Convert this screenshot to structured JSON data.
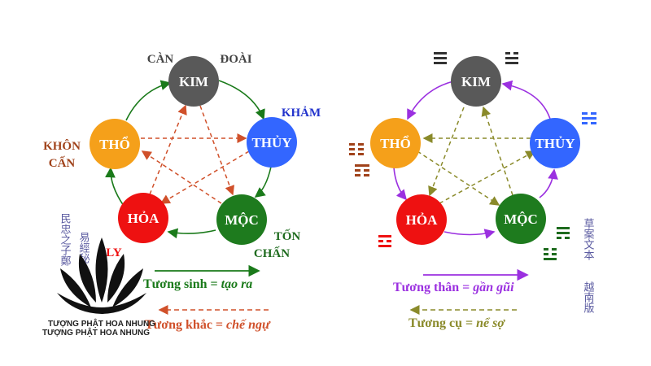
{
  "left_diagram": {
    "nodes": {
      "kim": {
        "label": "KIM",
        "color": "#595959"
      },
      "thuy": {
        "label": "THỦY",
        "color": "#3366ff"
      },
      "moc": {
        "label": "MỘC",
        "color": "#1e7b1e"
      },
      "hoa": {
        "label": "HỎA",
        "color": "#ee1111"
      },
      "tho": {
        "label": "THỔ",
        "color": "#f5a01a"
      }
    },
    "trigram_labels": {
      "can": {
        "text": "CÀN",
        "color": "#444444"
      },
      "doai": {
        "text": "ĐOÀI",
        "color": "#444444"
      },
      "kham": {
        "text": "KHẢM",
        "color": "#2233cc"
      },
      "khon": {
        "text": "KHÔN",
        "color": "#a0421a"
      },
      "can2": {
        "text": "CẤN",
        "color": "#a0421a"
      },
      "ton": {
        "text": "TỐN",
        "color": "#1e6b1e"
      },
      "chan": {
        "text": "CHẤN",
        "color": "#1e6b1e"
      },
      "ly": {
        "text": "LY",
        "color": "#ee1111"
      }
    },
    "sinh_color": "#1a7a1a",
    "khac_color": "#d0502a",
    "legend": {
      "sinh": {
        "term": "Tương sinh = ",
        "meaning": "tạo ra"
      },
      "khac": {
        "term": "Tương khắc = ",
        "meaning": "chế ngự"
      }
    }
  },
  "right_diagram": {
    "nodes": {
      "kim": {
        "label": "KIM",
        "color": "#595959"
      },
      "thuy": {
        "label": "THỦY",
        "color": "#3366ff"
      },
      "moc": {
        "label": "MỘC",
        "color": "#1e7b1e"
      },
      "hoa": {
        "label": "HỎA",
        "color": "#ee1111"
      },
      "tho": {
        "label": "THỔ",
        "color": "#f5a01a"
      }
    },
    "than_color": "#9b30e0",
    "cu_color": "#8a8a2a",
    "legend": {
      "than": {
        "term": "Tương thân = ",
        "meaning": "gần gũi"
      },
      "cu": {
        "term": "Tương cụ = ",
        "meaning": "nể sợ"
      }
    }
  },
  "vertical_text_left": [
    "民忠之子鄭",
    "易經秘"
  ],
  "vertical_text_right": [
    "草案文本",
    "越南版"
  ],
  "watermark": {
    "line1": "TƯỢNG PHẬT HOA NHUNG",
    "line2": "TƯỢNG PHẬT HOA NHUNG"
  }
}
